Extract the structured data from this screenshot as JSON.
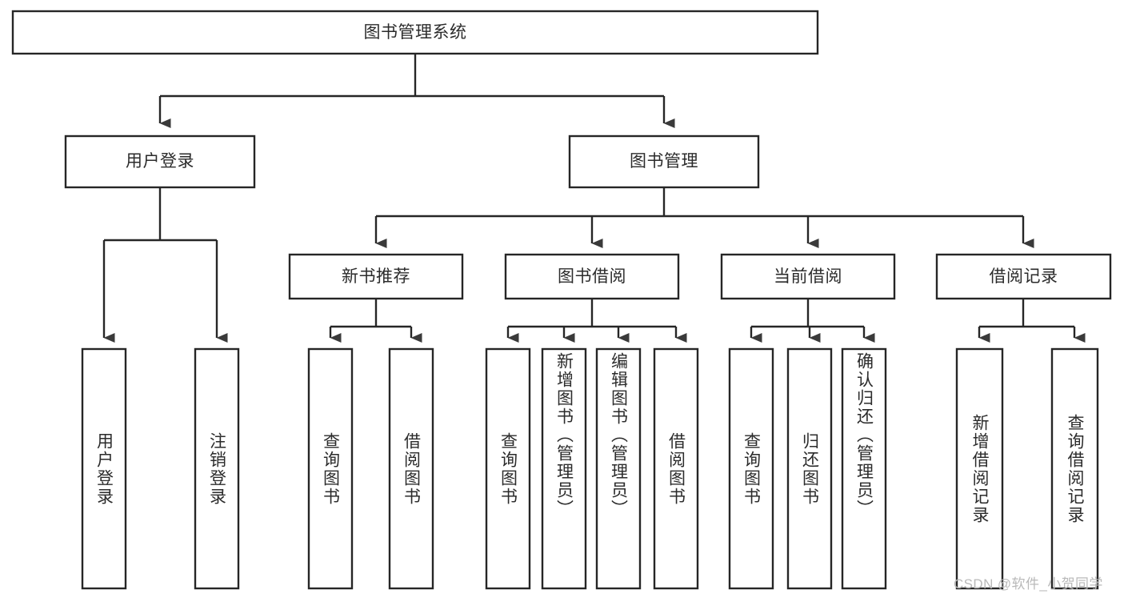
{
  "diagram": {
    "title": "图书管理系统",
    "type": "functional-structure-tree",
    "background_color": "#ffffff",
    "line_color": "#262626",
    "text_color": "#2b2b2b",
    "levels": {
      "root": {
        "label": "图书管理系统"
      },
      "level2": [
        {
          "label": "用户登录"
        },
        {
          "label": "图书管理"
        }
      ],
      "level3": [
        {
          "label": "新书推荐"
        },
        {
          "label": "图书借阅"
        },
        {
          "label": "当前借阅"
        },
        {
          "label": "借阅记录"
        }
      ],
      "leaves": {
        "user_login": [
          {
            "label": "用户登录"
          },
          {
            "label": "注销登录"
          }
        ],
        "new_book_recommend": [
          {
            "label": "查询图书"
          },
          {
            "label": "借阅图书"
          }
        ],
        "book_borrow": [
          {
            "label": "查询图书"
          },
          {
            "label": "新增图书（管理员）"
          },
          {
            "label": "编辑图书（管理员）"
          },
          {
            "label": "借阅图书"
          }
        ],
        "current_borrow": [
          {
            "label": "查询图书"
          },
          {
            "label": "归还图书"
          },
          {
            "label": "确认归还（管理员）"
          }
        ],
        "borrow_record": [
          {
            "label": "新增借阅记录"
          },
          {
            "label": "查询借阅记录"
          }
        ]
      }
    },
    "watermark": "CSDN @软件_小贺同学"
  }
}
